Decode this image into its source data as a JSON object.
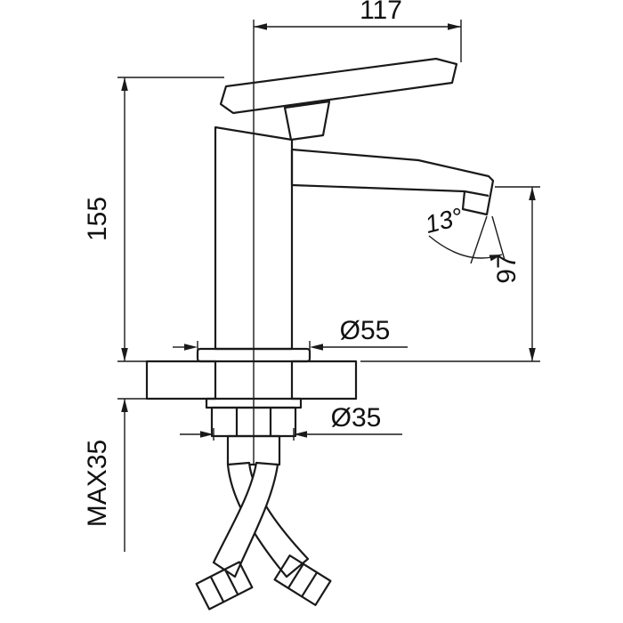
{
  "drawing": {
    "dimensions": {
      "spout_reach": "117",
      "overall_height": "155",
      "spout_angle": "13°",
      "outlet_height": "97",
      "base_diameter": "Ø55",
      "mounting_hole": "Ø35",
      "max_deck_thickness": "MAX35"
    },
    "colors": {
      "line": "#1a1a1a",
      "background": "#ffffff"
    }
  }
}
